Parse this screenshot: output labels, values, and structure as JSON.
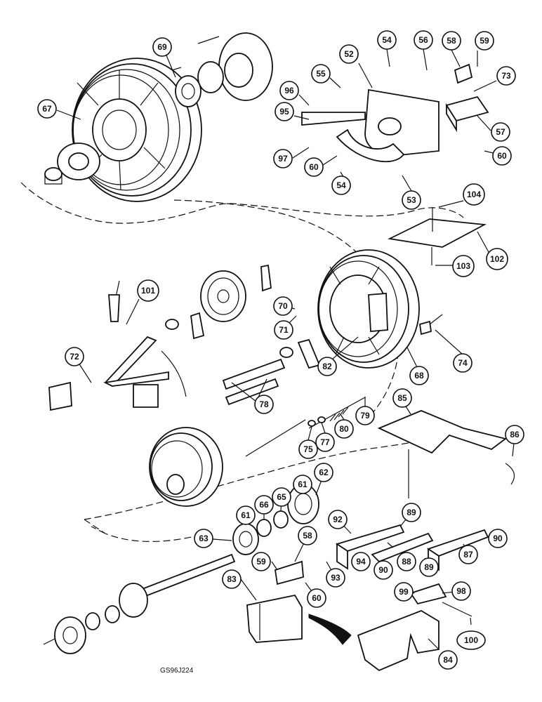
{
  "figure_code": "GS96J224",
  "callouts": [
    {
      "n": "69"
    },
    {
      "n": "67"
    },
    {
      "n": "54"
    },
    {
      "n": "56"
    },
    {
      "n": "58"
    },
    {
      "n": "59"
    },
    {
      "n": "52"
    },
    {
      "n": "55"
    },
    {
      "n": "73"
    },
    {
      "n": "96"
    },
    {
      "n": "95"
    },
    {
      "n": "57"
    },
    {
      "n": "97"
    },
    {
      "n": "60"
    },
    {
      "n": "60"
    },
    {
      "n": "54"
    },
    {
      "n": "53"
    },
    {
      "n": "104"
    },
    {
      "n": "102"
    },
    {
      "n": "103"
    },
    {
      "n": "101"
    },
    {
      "n": "70"
    },
    {
      "n": "71"
    },
    {
      "n": "72"
    },
    {
      "n": "82"
    },
    {
      "n": "68"
    },
    {
      "n": "74"
    },
    {
      "n": "78"
    },
    {
      "n": "79"
    },
    {
      "n": "80"
    },
    {
      "n": "77"
    },
    {
      "n": "75"
    },
    {
      "n": "85"
    },
    {
      "n": "86"
    },
    {
      "n": "62"
    },
    {
      "n": "61"
    },
    {
      "n": "66"
    },
    {
      "n": "65"
    },
    {
      "n": "61"
    },
    {
      "n": "63"
    },
    {
      "n": "58"
    },
    {
      "n": "59"
    },
    {
      "n": "93"
    },
    {
      "n": "60"
    },
    {
      "n": "83"
    },
    {
      "n": "92"
    },
    {
      "n": "89"
    },
    {
      "n": "94"
    },
    {
      "n": "90"
    },
    {
      "n": "88"
    },
    {
      "n": "89"
    },
    {
      "n": "87"
    },
    {
      "n": "90"
    },
    {
      "n": "99"
    },
    {
      "n": "98"
    },
    {
      "n": "100"
    },
    {
      "n": "84"
    }
  ]
}
